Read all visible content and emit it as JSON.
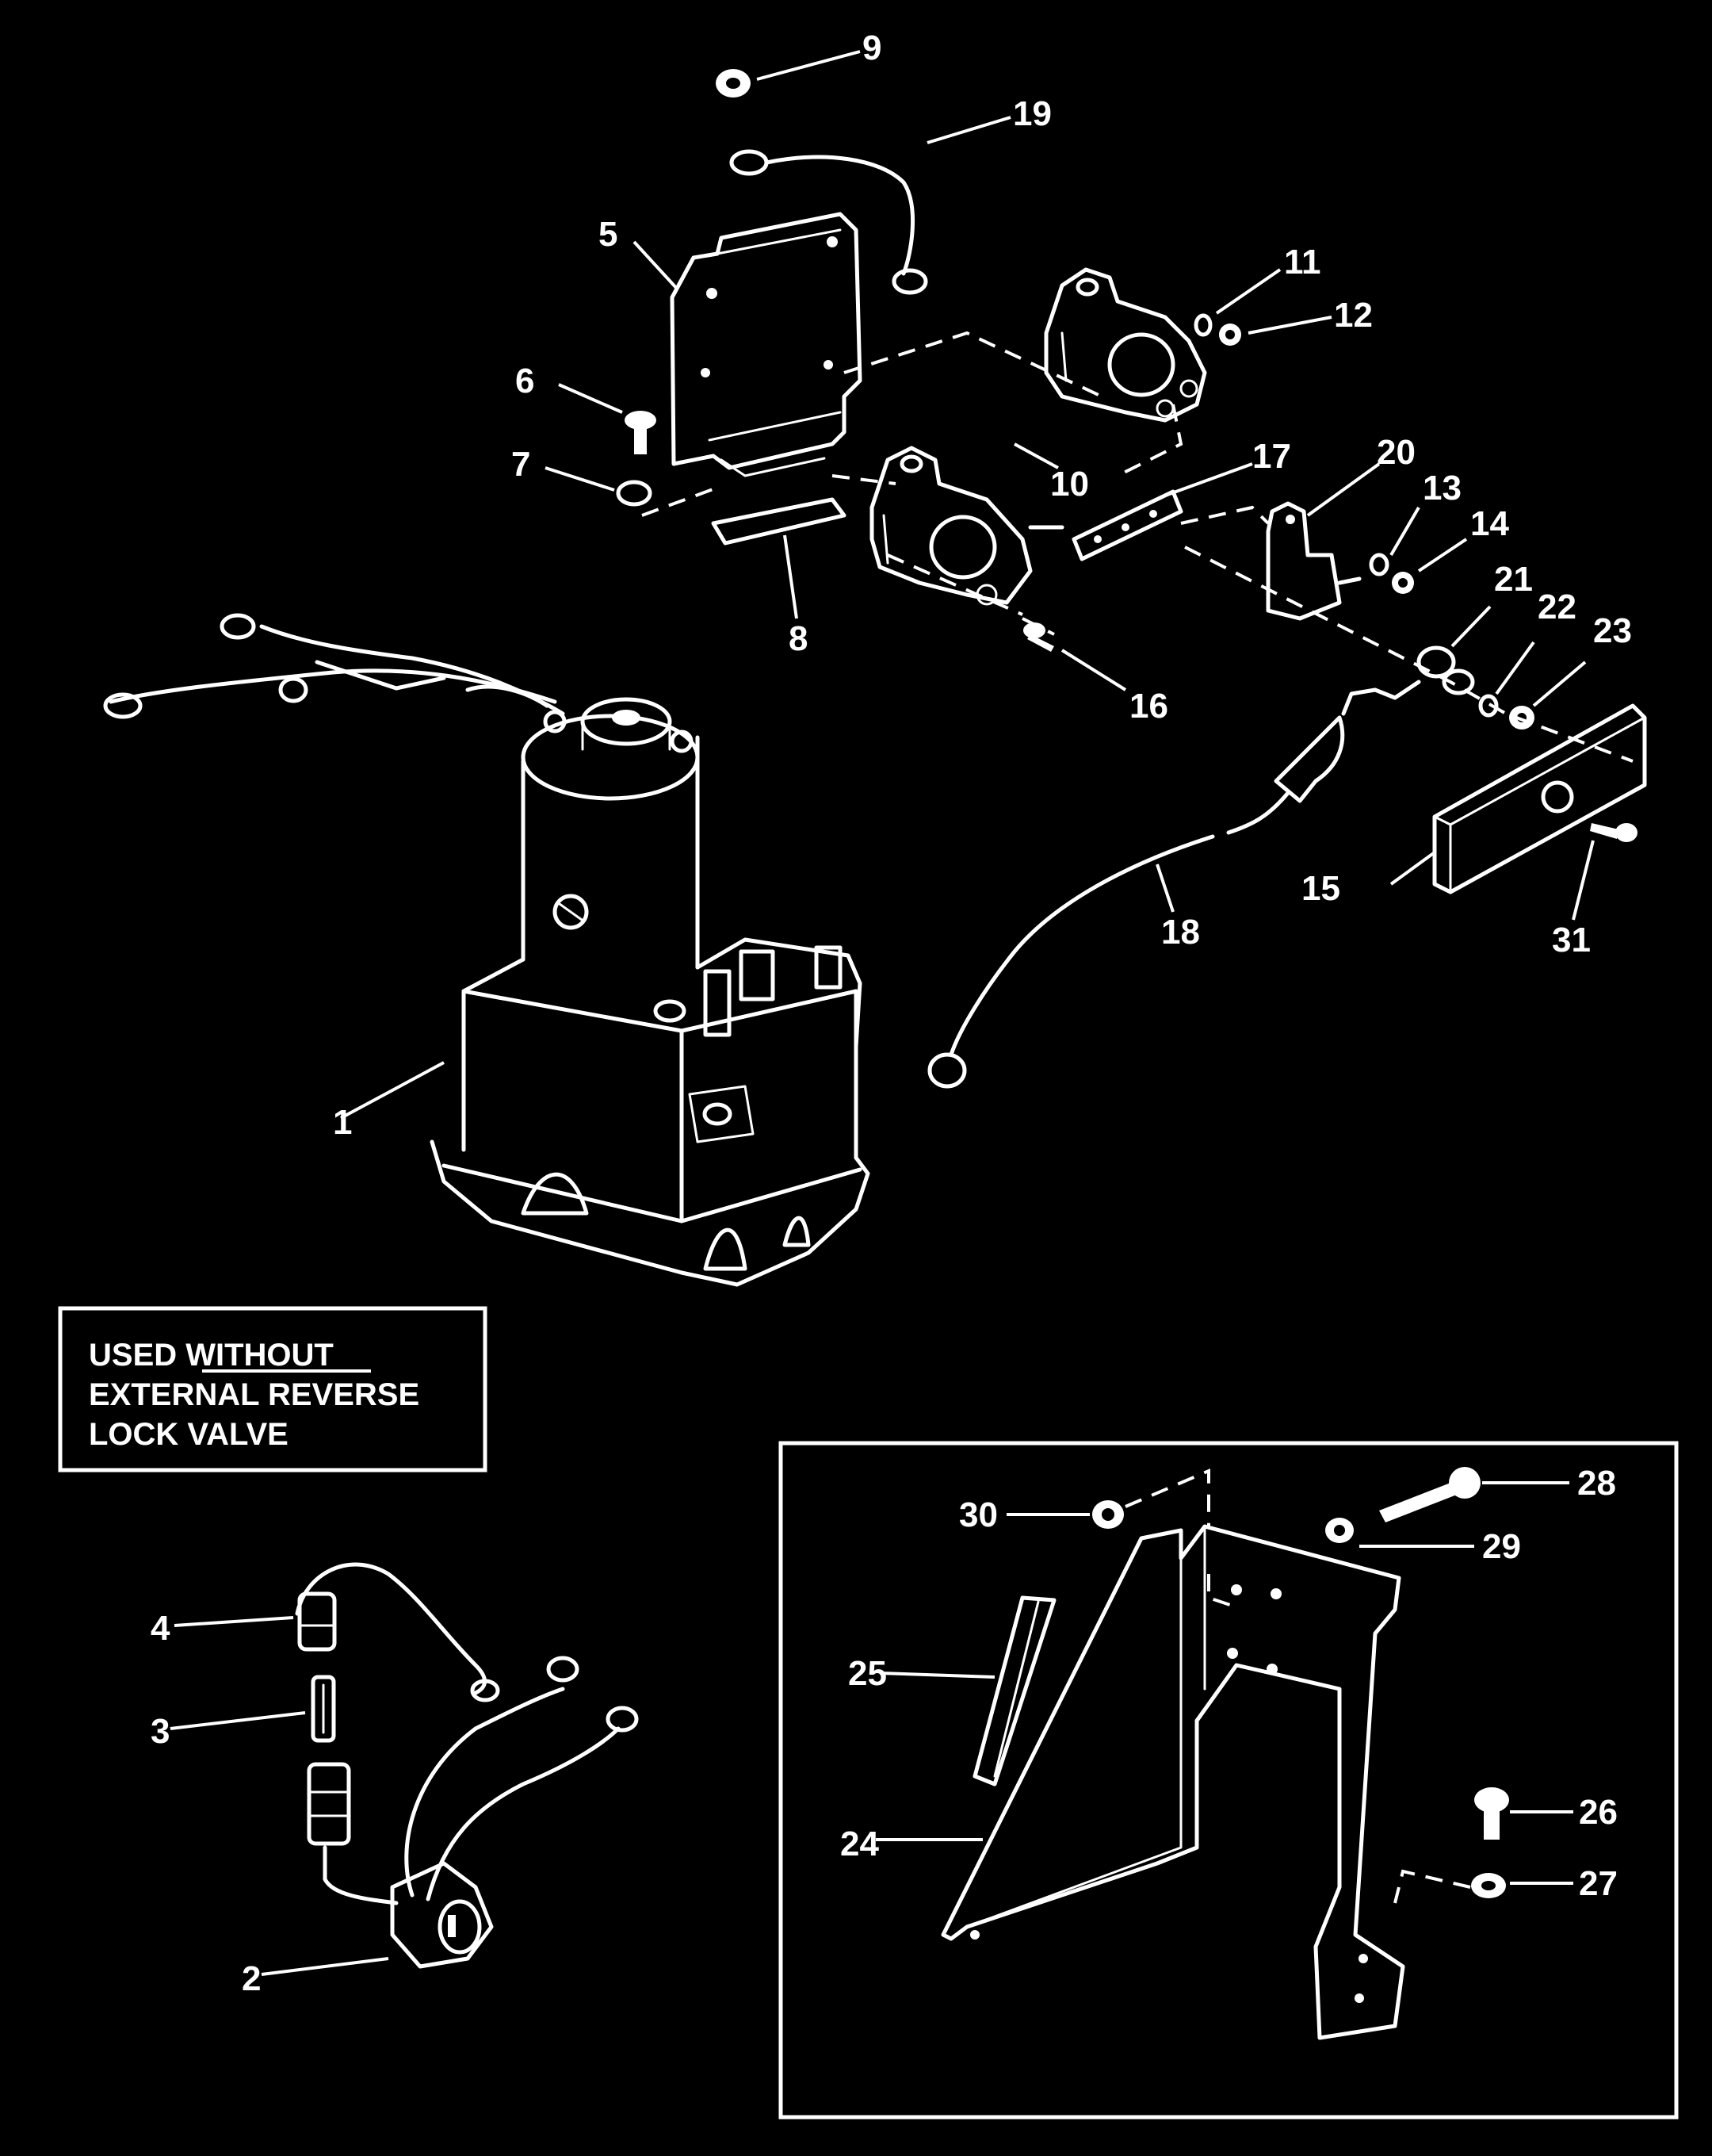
{
  "note": {
    "line1": "USED WITHOUT",
    "line2": "EXTERNAL REVERSE",
    "line3": "LOCK VALVE"
  },
  "callouts": {
    "n1": "1",
    "n2": "2",
    "n3": "3",
    "n4": "4",
    "n5": "5",
    "n6": "6",
    "n7": "7",
    "n8": "8",
    "n9": "9",
    "n10": "10",
    "n11": "11",
    "n12": "12",
    "n13": "13",
    "n14": "14",
    "n15": "15",
    "n16": "16",
    "n17": "17",
    "n18": "18",
    "n19": "19",
    "n20": "20",
    "n21": "21",
    "n22": "22",
    "n23": "23",
    "n24": "24",
    "n25": "25",
    "n26": "26",
    "n27": "27",
    "n28": "28",
    "n29": "29",
    "n30": "30",
    "n31": "31"
  },
  "colors": {
    "background": "#000000",
    "ink": "#ffffff"
  }
}
